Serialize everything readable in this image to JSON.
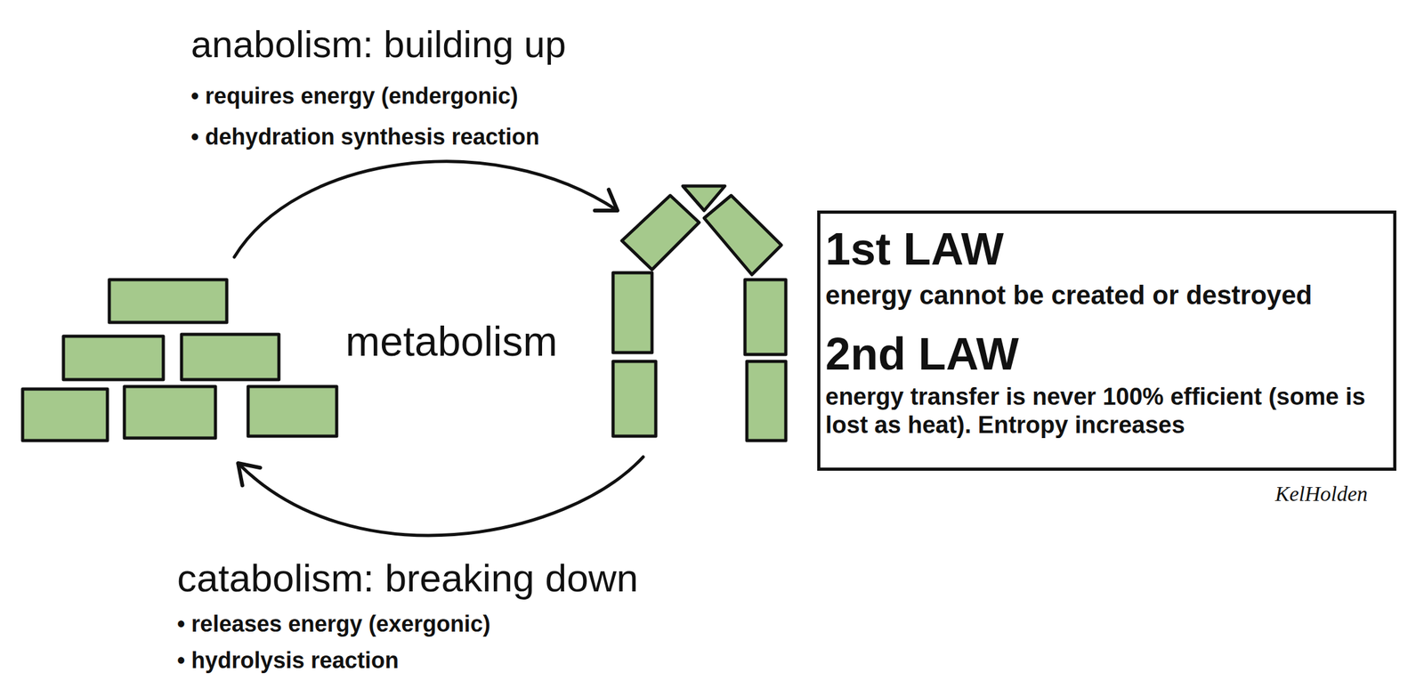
{
  "diagram": {
    "nodes": [
      {
        "text": [
          "1st LAW",
          "energy cannot be created or destroyed",
          "2nd LAW",
          "energy transfer is never 100% efficient (some is lost as heat). Entropy increases"
        ]
      }
    ],
    "labels": [
      "anabolism: building up",
      "• requires energy (endergonic)",
      "• dehydration synthesis reaction",
      "metabolism",
      "catabolism: breaking down",
      "• releases energy (exergonic)",
      "• hydrolysis reaction",
      "KelHolden"
    ]
  }
}
